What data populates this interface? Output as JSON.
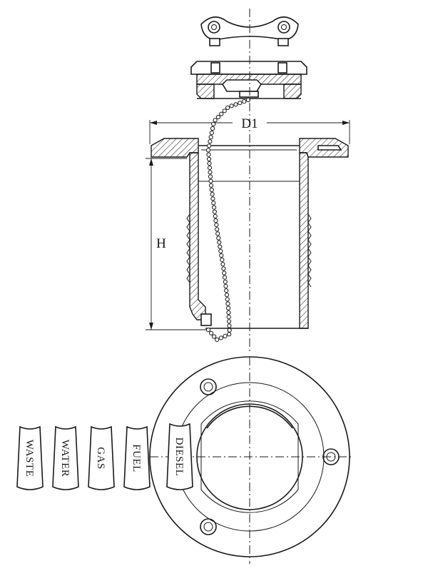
{
  "dimensions": {
    "diameter_label": "D1",
    "height_label": "H"
  },
  "type_tags": [
    {
      "id": "waste",
      "label": "WASTE"
    },
    {
      "id": "water",
      "label": "WATER"
    },
    {
      "id": "gas",
      "label": "GAS"
    },
    {
      "id": "fuel",
      "label": "FUEL"
    },
    {
      "id": "diesel",
      "label": "DIESEL"
    }
  ],
  "colors": {
    "line": "#1a1a1a",
    "background": "#ffffff"
  }
}
